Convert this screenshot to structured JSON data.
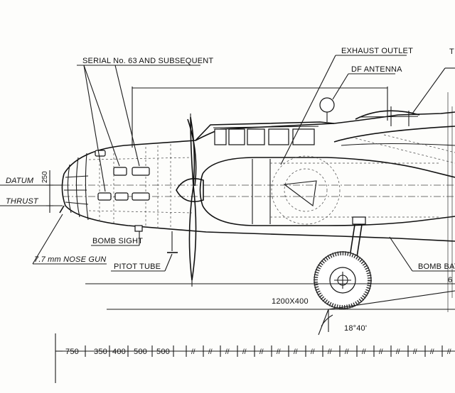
{
  "labels": {
    "serial": "SERIAL No. 63 AND SUBSEQUENT",
    "exhaust": "EXHAUST OUTLET",
    "df_antenna": "DF ANTENNA",
    "datum": "DATUM",
    "thrust": "THRUST",
    "datum_offset": "250",
    "bomb_sight": "BOMB SIGHT",
    "nose_gun": "7.7 mm NOSE GUN",
    "pitot": "PITOT TUBE",
    "bomb_bay": "BOMB BAY F",
    "wheel": "1200X400",
    "angle": "18°40'",
    "corner_top": "T",
    "corner_right": "6"
  },
  "scale": {
    "dims": [
      "750",
      "350",
      "400",
      "500",
      "500"
    ],
    "tick_glyph": "//"
  }
}
